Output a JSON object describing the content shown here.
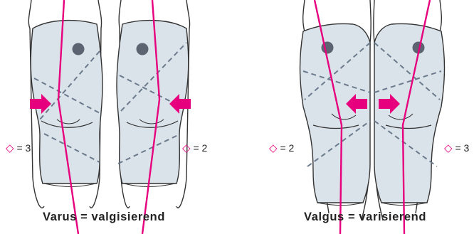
{
  "colors": {
    "accent": "#e6007e",
    "brace": "#dbe3ea",
    "outline": "#333333",
    "pad": "#5b6470",
    "strap": "#6b7a8c"
  },
  "figures": [
    {
      "caption": "Varus = valgisierend",
      "marks": [
        {
          "symbol": "◇",
          "sep": "=",
          "value": "3"
        },
        {
          "symbol": "◇",
          "sep": "=",
          "value": "2"
        }
      ]
    },
    {
      "caption": "Valgus = varisierend",
      "marks": [
        {
          "symbol": "◇",
          "sep": "=",
          "value": "2"
        },
        {
          "symbol": "◇",
          "sep": "=",
          "value": "3"
        }
      ]
    }
  ]
}
